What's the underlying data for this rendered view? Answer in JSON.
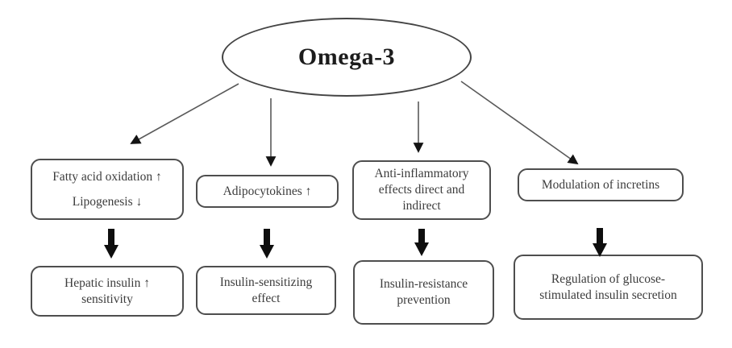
{
  "root": {
    "label": "Omega-3"
  },
  "branches": [
    {
      "mechanism": {
        "lines": [
          "Fatty acid oxidation ↑",
          "Lipogenesis ↓"
        ]
      },
      "outcome": {
        "lines": [
          "Hepatic insulin ↑",
          "sensitivity"
        ]
      }
    },
    {
      "mechanism": {
        "lines": [
          "Adipocytokines ↑"
        ]
      },
      "outcome": {
        "lines": [
          "Insulin-sensitizing",
          "effect"
        ]
      }
    },
    {
      "mechanism": {
        "lines": [
          "Anti-inflammatory",
          "effects direct and",
          "indirect"
        ]
      },
      "outcome": {
        "lines": [
          "Insulin-resistance",
          "prevention"
        ]
      }
    },
    {
      "mechanism": {
        "lines": [
          "Modulation of incretins"
        ]
      },
      "outcome": {
        "lines": [
          "Regulation of glucose-",
          "stimulated insulin secretion"
        ]
      }
    }
  ],
  "colors": {
    "background": "#ffffff",
    "ellipse_border": "#444444",
    "title_text": "#1c1c1c",
    "box_border": "#4e4e4e",
    "box_text": "#3c3c3c",
    "thin_arrow": "#5a5a5a",
    "arrowhead": "#141414",
    "thick_arrow": "#0e0e0e"
  }
}
